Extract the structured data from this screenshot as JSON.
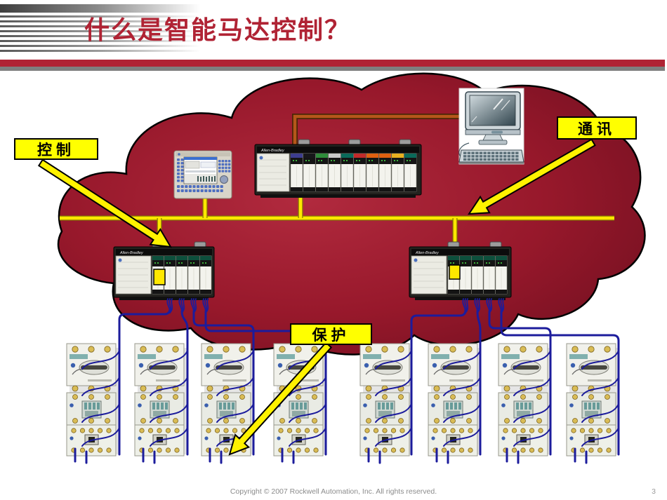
{
  "slide": {
    "title": "什么是智能马达控制？",
    "page_number": "3",
    "footer": "Copyright © 2007 Rockwell Automation, Inc. All rights reserved."
  },
  "labels": {
    "control": "控制",
    "communication": "通讯",
    "protection": "保护"
  },
  "diagram": {
    "plc_brand": "Allen-Bradley",
    "motor_starter_count": 8,
    "cloud_color": "#97182b",
    "bus_color": "#ffe800",
    "wire_color": "#1c1c9c",
    "link_color": "#b5571a",
    "label_bg": "#ffff00"
  },
  "theme": {
    "title_color": "#b02334",
    "accent_bar_color": "#b02334",
    "footer_color": "#8c8c8c"
  }
}
